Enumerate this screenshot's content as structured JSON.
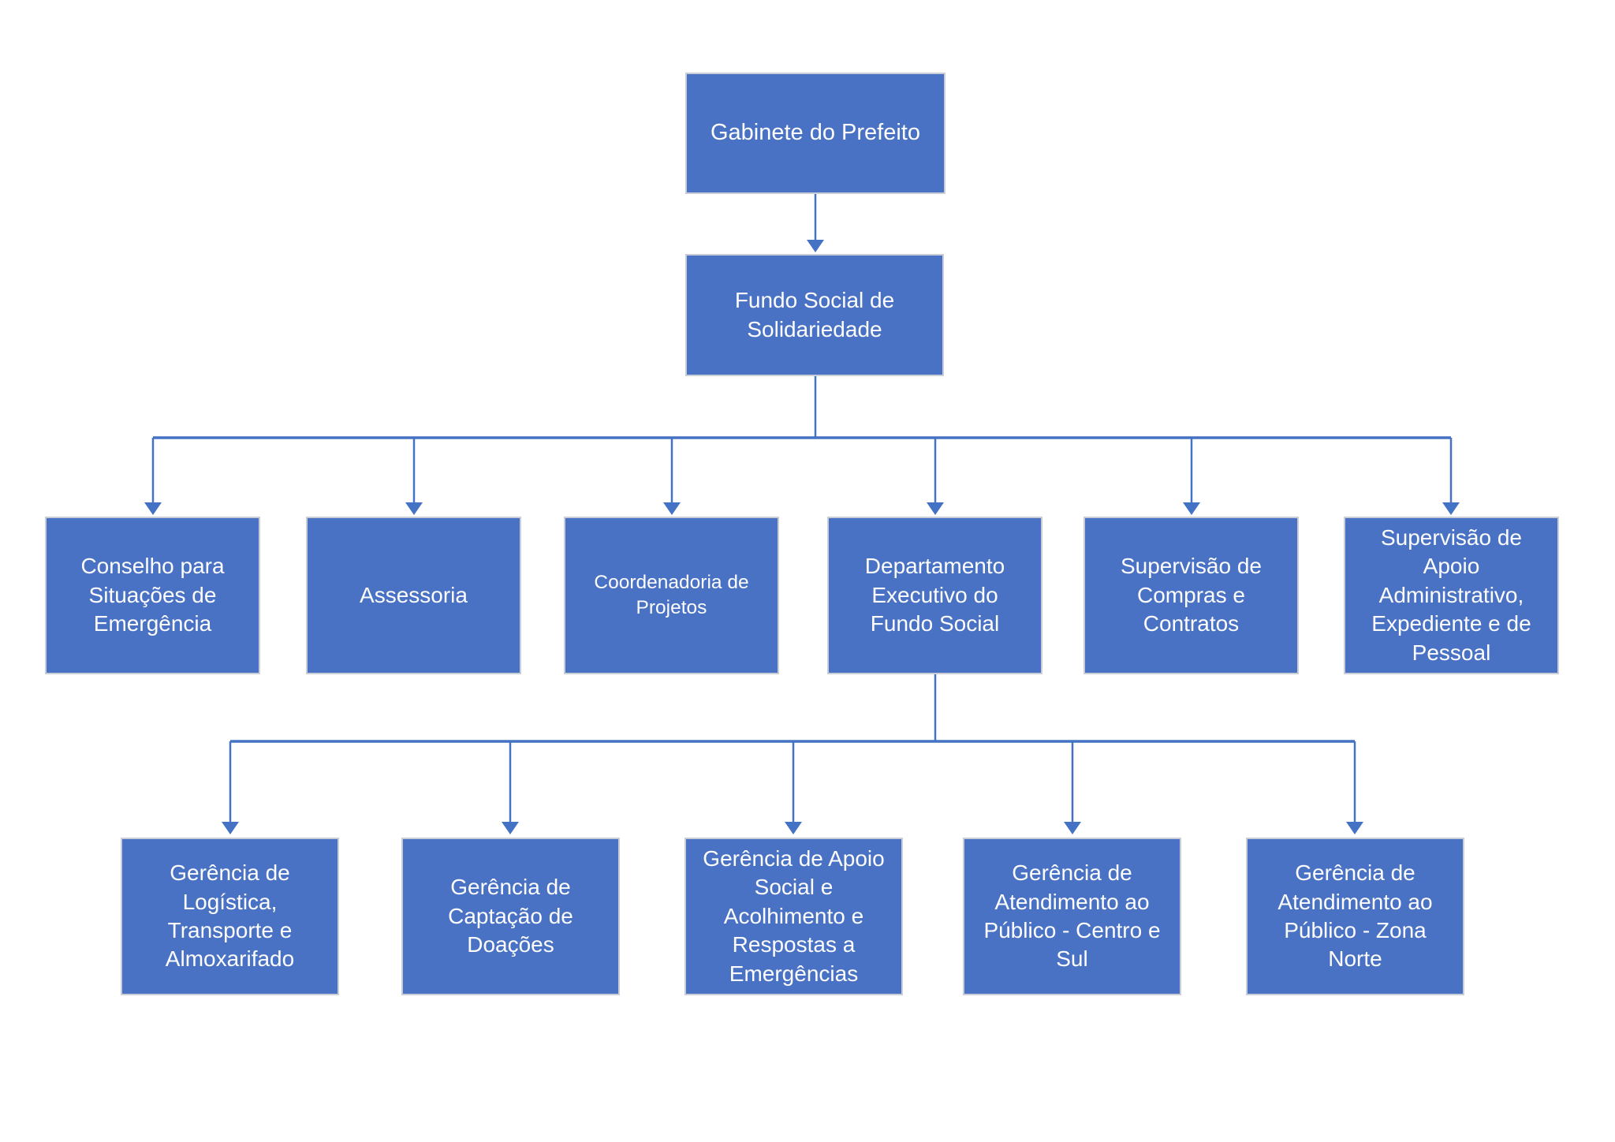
{
  "diagram": {
    "type": "org-chart",
    "language": "pt-BR",
    "colors": {
      "node_fill": "#4a72c4",
      "node_border": "#c9cdd5",
      "node_text": "#fdfdfd",
      "connector": "#4472c4",
      "background": "#ffffff"
    },
    "nodes": [
      {
        "id": "gabinete-do-prefeito",
        "level": 1,
        "parent": null,
        "label": "Gabinete do Prefeito"
      },
      {
        "id": "fundo-social-de-solidariedade",
        "level": 2,
        "parent": "gabinete-do-prefeito",
        "label": "Fundo Social de\nSolidariedade"
      },
      {
        "id": "conselho-situacoes-emergencia",
        "level": 3,
        "parent": "fundo-social-de-solidariedade",
        "label": "Conselho para\nSituações de\nEmergência"
      },
      {
        "id": "assessoria",
        "level": 3,
        "parent": "fundo-social-de-solidariedade",
        "label": "Assessoria"
      },
      {
        "id": "coordenadoria-de-projetos",
        "level": 3,
        "parent": "fundo-social-de-solidariedade",
        "label": "Coordenadoria de\nProjetos"
      },
      {
        "id": "departamento-executivo-fundo-social",
        "level": 3,
        "parent": "fundo-social-de-solidariedade",
        "label": "Departamento\nExecutivo do\nFundo Social"
      },
      {
        "id": "supervisao-compras-contratos",
        "level": 3,
        "parent": "fundo-social-de-solidariedade",
        "label": "Supervisão de\nCompras e\nContratos"
      },
      {
        "id": "supervisao-apoio-administrativo",
        "level": 3,
        "parent": "fundo-social-de-solidariedade",
        "label": "Supervisão de\nApoio\nAdministrativo,\nExpediente e de\nPessoal"
      },
      {
        "id": "gerencia-logistica-transporte-almoxarifado",
        "level": 4,
        "parent": "departamento-executivo-fundo-social",
        "label": "Gerência de\nLogística,\nTransporte e\nAlmoxarifado"
      },
      {
        "id": "gerencia-captacao-doacoes",
        "level": 4,
        "parent": "departamento-executivo-fundo-social",
        "label": "Gerência de\nCaptação de\nDoações"
      },
      {
        "id": "gerencia-apoio-social-acolhimento",
        "level": 4,
        "parent": "departamento-executivo-fundo-social",
        "label": "Gerência de Apoio\nSocial e\nAcolhimento e\nRespostas a\nEmergências"
      },
      {
        "id": "gerencia-atendimento-publico-centro-sul",
        "level": 4,
        "parent": "departamento-executivo-fundo-social",
        "label": "Gerência de\nAtendimento ao\nPúblico - Centro e\nSul"
      },
      {
        "id": "gerencia-atendimento-publico-zona-norte",
        "level": 4,
        "parent": "departamento-executivo-fundo-social",
        "label": "Gerência de\nAtendimento ao\nPúblico - Zona\nNorte"
      }
    ]
  }
}
